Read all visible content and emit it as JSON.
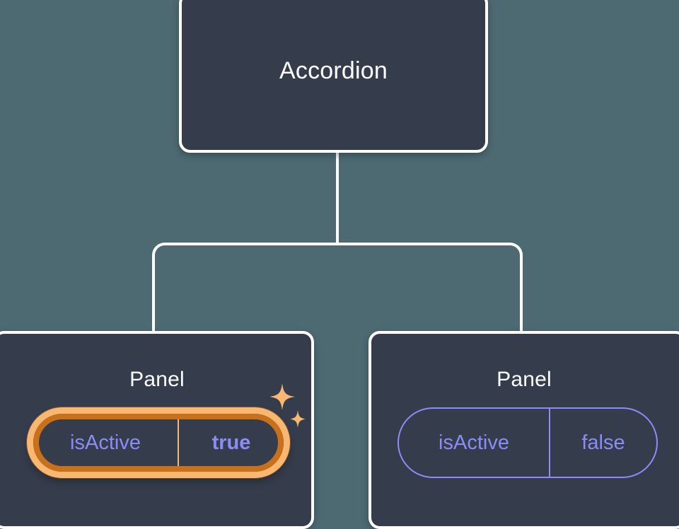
{
  "canvas": {
    "background_color": "#4d6a72",
    "card_fill": "#353c4c",
    "card_border_color": "#ffffff",
    "edge_color": "#ffffff",
    "prop_color": "#8b8cf5",
    "highlight_outer_color": "#c8701a",
    "highlight_inner_color": "#f9b872"
  },
  "tree": {
    "root": {
      "label": "Accordion"
    },
    "children": [
      {
        "label": "Panel",
        "highlighted": true,
        "prop": {
          "name": "isActive",
          "value": "true"
        },
        "sparkle_large": "sparkle-icon",
        "sparkle_small": "sparkle-icon"
      },
      {
        "label": "Panel",
        "highlighted": false,
        "prop": {
          "name": "isActive",
          "value": "false"
        }
      }
    ]
  }
}
